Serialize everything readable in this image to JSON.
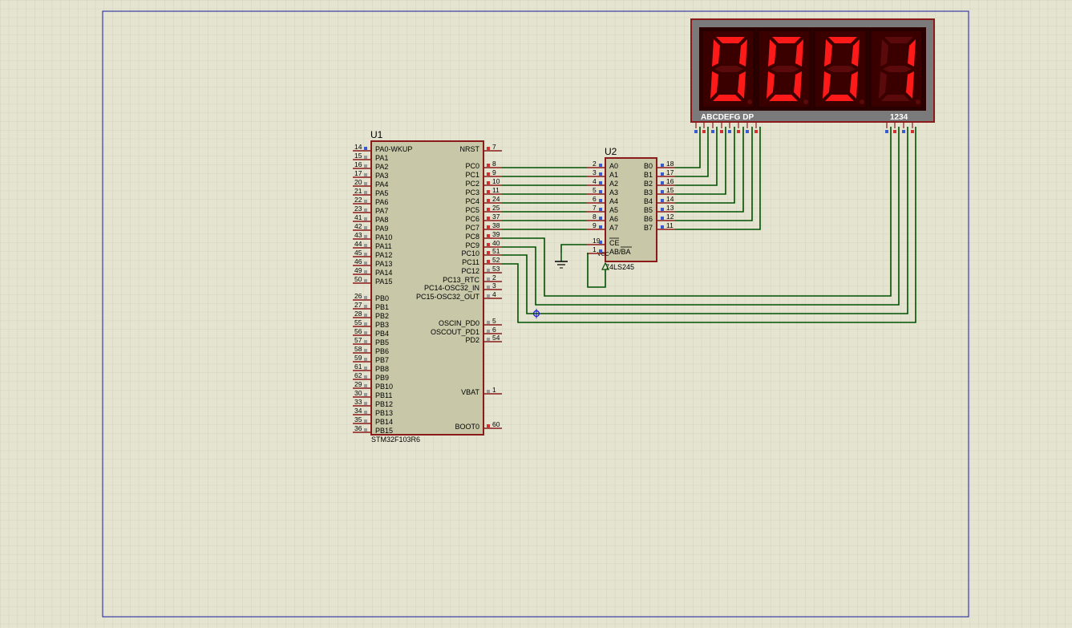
{
  "schematic": {
    "u1": {
      "ref": "U1",
      "part": "STM32F103R6",
      "left_pins": [
        {
          "num": "14",
          "name": "PA0-WKUP"
        },
        {
          "num": "15",
          "name": "PA1"
        },
        {
          "num": "16",
          "name": "PA2"
        },
        {
          "num": "17",
          "name": "PA3"
        },
        {
          "num": "20",
          "name": "PA4"
        },
        {
          "num": "21",
          "name": "PA5"
        },
        {
          "num": "22",
          "name": "PA6"
        },
        {
          "num": "23",
          "name": "PA7"
        },
        {
          "num": "41",
          "name": "PA8"
        },
        {
          "num": "42",
          "name": "PA9"
        },
        {
          "num": "43",
          "name": "PA10"
        },
        {
          "num": "44",
          "name": "PA11"
        },
        {
          "num": "45",
          "name": "PA12"
        },
        {
          "num": "46",
          "name": "PA13"
        },
        {
          "num": "49",
          "name": "PA14"
        },
        {
          "num": "50",
          "name": "PA15"
        },
        {
          "num": "26",
          "name": "PB0"
        },
        {
          "num": "27",
          "name": "PB1"
        },
        {
          "num": "28",
          "name": "PB2"
        },
        {
          "num": "55",
          "name": "PB3"
        },
        {
          "num": "56",
          "name": "PB4"
        },
        {
          "num": "57",
          "name": "PB5"
        },
        {
          "num": "58",
          "name": "PB6"
        },
        {
          "num": "59",
          "name": "PB7"
        },
        {
          "num": "61",
          "name": "PB8"
        },
        {
          "num": "62",
          "name": "PB9"
        },
        {
          "num": "29",
          "name": "PB10"
        },
        {
          "num": "30",
          "name": "PB11"
        },
        {
          "num": "33",
          "name": "PB12"
        },
        {
          "num": "34",
          "name": "PB13"
        },
        {
          "num": "35",
          "name": "PB14"
        },
        {
          "num": "36",
          "name": "PB15"
        }
      ],
      "right_pins": [
        {
          "num": "7",
          "name": "NRST"
        },
        {
          "num": "8",
          "name": "PC0"
        },
        {
          "num": "9",
          "name": "PC1"
        },
        {
          "num": "10",
          "name": "PC2"
        },
        {
          "num": "11",
          "name": "PC3"
        },
        {
          "num": "24",
          "name": "PC4"
        },
        {
          "num": "25",
          "name": "PC5"
        },
        {
          "num": "37",
          "name": "PC6"
        },
        {
          "num": "38",
          "name": "PC7"
        },
        {
          "num": "39",
          "name": "PC8"
        },
        {
          "num": "40",
          "name": "PC9"
        },
        {
          "num": "51",
          "name": "PC10"
        },
        {
          "num": "52",
          "name": "PC11"
        },
        {
          "num": "53",
          "name": "PC12"
        },
        {
          "num": "2",
          "name": "PC13_RTC"
        },
        {
          "num": "3",
          "name": "PC14-OSC32_IN"
        },
        {
          "num": "4",
          "name": "PC15-OSC32_OUT"
        },
        {
          "num": "5",
          "name": "OSCIN_PD0"
        },
        {
          "num": "6",
          "name": "OSCOUT_PD1"
        },
        {
          "num": "54",
          "name": "PD2"
        },
        {
          "num": "1",
          "name": "VBAT"
        },
        {
          "num": "60",
          "name": "BOOT0"
        }
      ]
    },
    "u2": {
      "ref": "U2",
      "part": "74LS245",
      "left_pins": [
        {
          "num": "2",
          "name": "A0"
        },
        {
          "num": "3",
          "name": "A1"
        },
        {
          "num": "4",
          "name": "A2"
        },
        {
          "num": "5",
          "name": "A3"
        },
        {
          "num": "6",
          "name": "A4"
        },
        {
          "num": "7",
          "name": "A5"
        },
        {
          "num": "8",
          "name": "A6"
        },
        {
          "num": "9",
          "name": "A7"
        },
        {
          "num": "19",
          "name": "CE"
        },
        {
          "num": "1",
          "name": "AB/BA"
        }
      ],
      "right_pins": [
        {
          "num": "18",
          "name": "B0"
        },
        {
          "num": "17",
          "name": "B1"
        },
        {
          "num": "16",
          "name": "B2"
        },
        {
          "num": "15",
          "name": "B3"
        },
        {
          "num": "14",
          "name": "B4"
        },
        {
          "num": "13",
          "name": "B5"
        },
        {
          "num": "12",
          "name": "B6"
        },
        {
          "num": "11",
          "name": "B7"
        }
      ],
      "vcc_label": "VCC"
    },
    "display": {
      "digits": [
        "0",
        "0",
        "0",
        "1"
      ],
      "segment_label": "ABCDEFG  DP",
      "common_label": "1234",
      "on_color": "#ff1a1a",
      "off_color": "#5a0a0a"
    },
    "colors": {
      "background": "#e4e4d0",
      "grid": "#cfcfbc",
      "sheet_border": "#1a1aa0",
      "wire": "#005000",
      "component_fill": "#c8c8a8",
      "component_border": "#8b1a1a"
    }
  }
}
